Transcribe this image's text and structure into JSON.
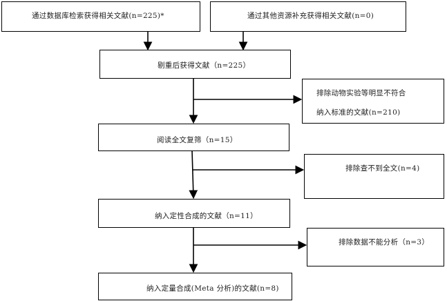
{
  "flow": {
    "database_search": "通过数据库检索获得相关文献(n=225)*",
    "other_sources": "通过其他资源补充获得相关文献(n=0)",
    "after_dedup": "剔重后获得文献（n=225）",
    "exclude_animal_line1": "排除动物实验等明显不符合",
    "exclude_animal_line2": "纳入标准的文献(n=210)",
    "fulltext_review": "阅读全文复筛（n=15）",
    "exclude_no_fulltext": "排除查不到全文(n=4)",
    "qualitative": "纳入定性合成的文献（n=11）",
    "exclude_no_data": "排除数据不能分析（n=3）",
    "quantitative": "纳入定量合成(Meta 分析)的文献(n=8)"
  }
}
